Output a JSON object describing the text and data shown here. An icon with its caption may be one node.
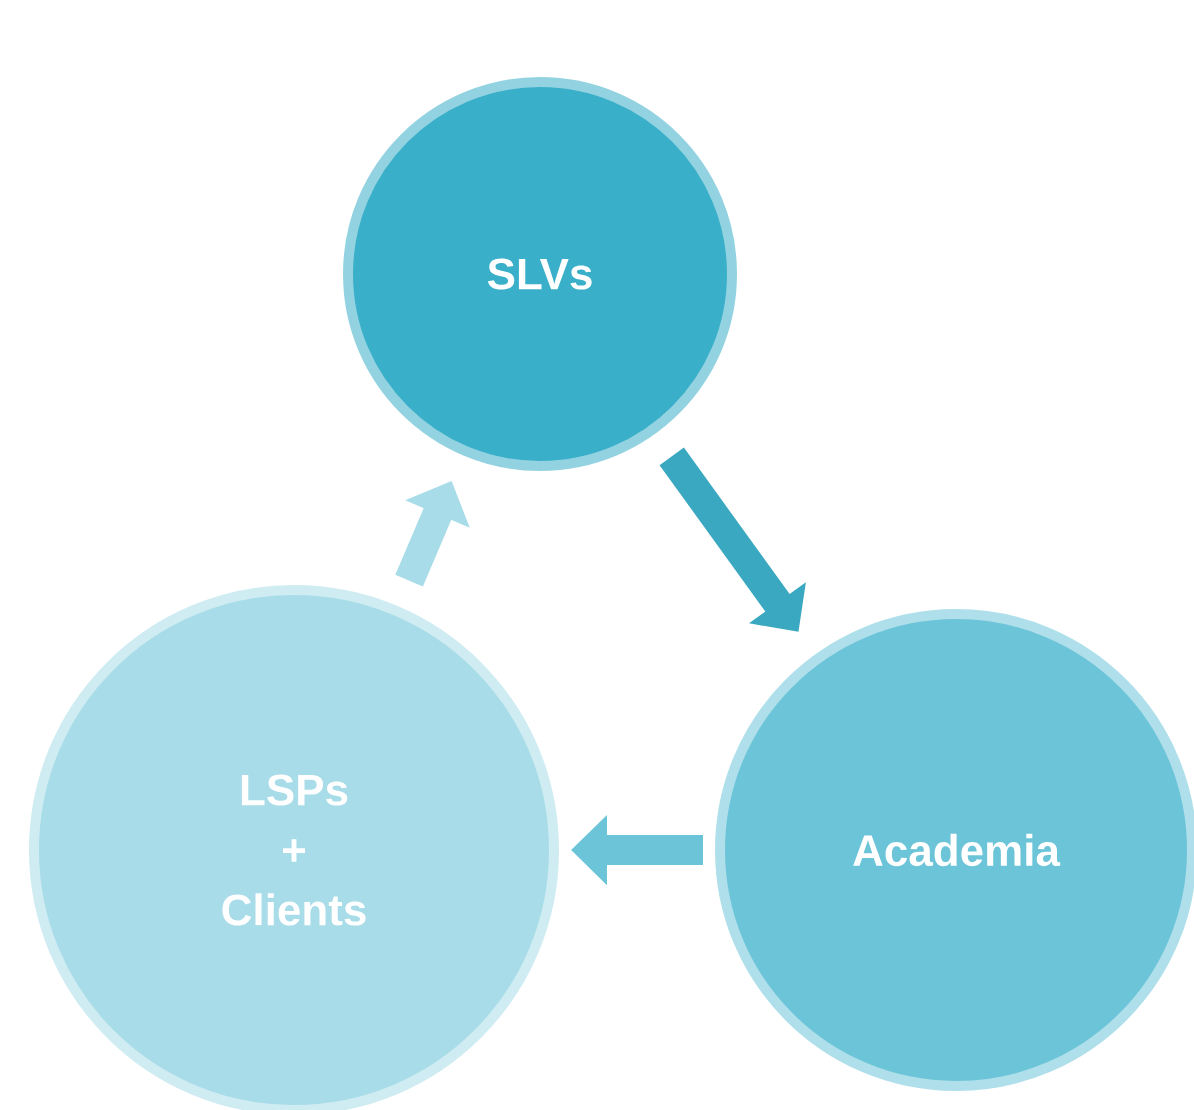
{
  "diagram": {
    "nodes": [
      {
        "text": [
          "SLVs"
        ]
      },
      {
        "text": [
          "Academia"
        ]
      },
      {
        "text": [
          "LSPs",
          "+",
          "Clients"
        ]
      }
    ],
    "edges": [
      {
        "from": 0,
        "to": 1,
        "arrow": "to",
        "color": "#3aa8c0"
      },
      {
        "from": 1,
        "to": 2,
        "arrow": "to",
        "color": "#6cc4d8"
      },
      {
        "from": 2,
        "to": 0,
        "arrow": "to",
        "color": "#a8dce8"
      }
    ]
  }
}
